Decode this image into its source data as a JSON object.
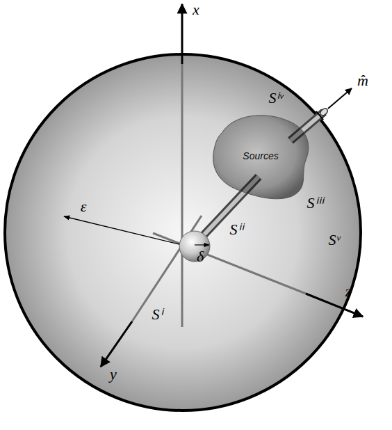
{
  "diagram": {
    "nodes": [
      {
        "text": [
          "Sources"
        ]
      }
    ],
    "labels": [
      "x",
      "y",
      "z",
      "ε",
      "δ",
      "Sⁱ",
      "Sⁱⁱ",
      "Sⁱⁱⁱ",
      "Sⁱᵛ",
      "Sᵛ",
      "m̂"
    ]
  }
}
